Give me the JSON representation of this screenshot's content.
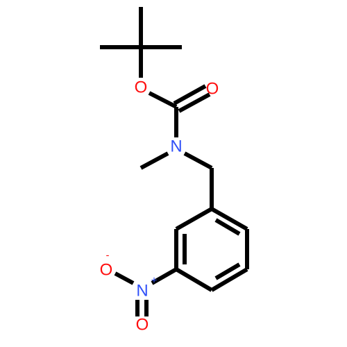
{
  "molecule": {
    "atoms": {
      "carbonyl_O": {
        "symbol": "O",
        "color": "#ff0d0d"
      },
      "ester_O": {
        "symbol": "O",
        "color": "#ff0d0d"
      },
      "amide_N": {
        "symbol": "N",
        "color": "#3050f8"
      },
      "nitro_N": {
        "symbol": "N",
        "color": "#3050f8",
        "charge": "+"
      },
      "nitro_O_minus": {
        "symbol": "O",
        "color": "#ff0d0d",
        "charge": "-"
      },
      "nitro_O_double": {
        "symbol": "O",
        "color": "#ff0d0d"
      }
    }
  }
}
